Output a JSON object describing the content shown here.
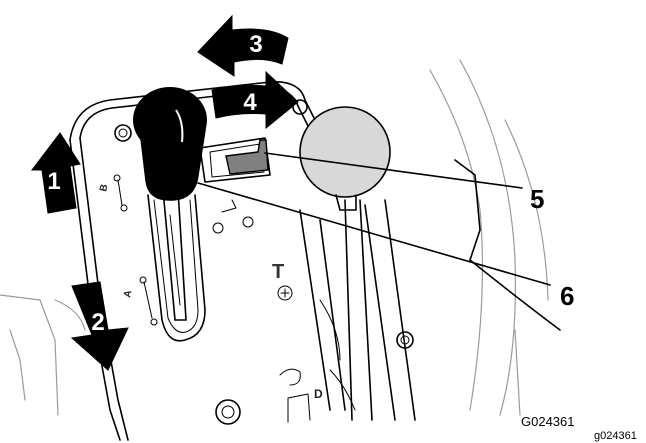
{
  "figure_code_main": "G024361",
  "figure_code_corner": "g024361",
  "arrows": [
    {
      "id": "1",
      "label": "1",
      "direction": "up"
    },
    {
      "id": "2",
      "label": "2",
      "direction": "down"
    },
    {
      "id": "3",
      "label": "3",
      "direction": "left"
    },
    {
      "id": "4",
      "label": "4",
      "direction": "right"
    }
  ],
  "callouts": [
    {
      "id": "5",
      "label": "5"
    },
    {
      "id": "6",
      "label": "6"
    }
  ],
  "panel_markings": {
    "letter_b": "B",
    "letter_a": "A",
    "letter_t": "T",
    "letter_d": "D"
  },
  "colors": {
    "ink": "#000000",
    "arrow_fill": "#000000",
    "arrow_text": "#ffffff",
    "ball_fill": "#d8d8d8",
    "latch_fill": "#808080",
    "background_lines": "#9a9a9a"
  }
}
